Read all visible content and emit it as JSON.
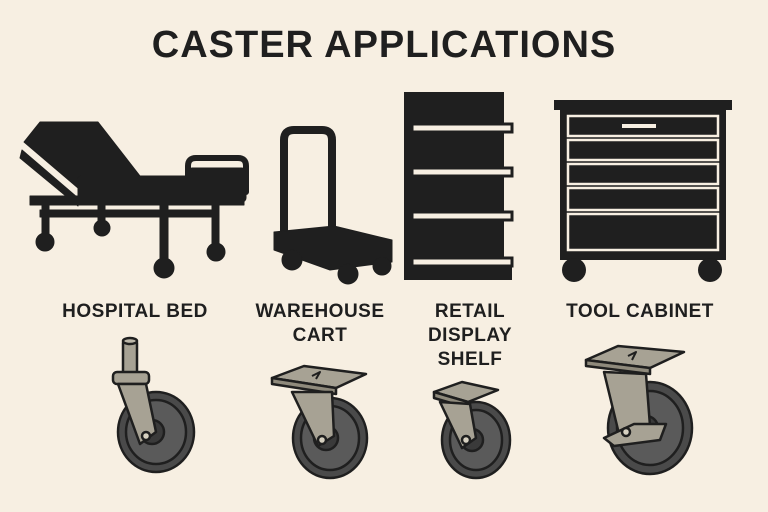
{
  "title": "CASTER APPLICATIONS",
  "applications": [
    {
      "label_lines": [
        "HOSPITAL BED"
      ],
      "item_icon": "hospital-bed-icon",
      "caster_icon": "swivel-stem-caster-icon"
    },
    {
      "label_lines": [
        "WAREHOUSE",
        "CART"
      ],
      "item_icon": "warehouse-cart-icon",
      "caster_icon": "plate-swivel-caster-icon"
    },
    {
      "label_lines": [
        "RETAIL",
        "DISPLAY",
        "SHELF"
      ],
      "item_icon": "retail-display-shelf-icon",
      "caster_icon": "plate-rigid-caster-icon"
    },
    {
      "label_lines": [
        "TOOL CABINET"
      ],
      "item_icon": "tool-cabinet-icon",
      "caster_icon": "locking-plate-caster-icon"
    }
  ],
  "colors": {
    "background": "#f7efe2",
    "ink": "#1f1f1f",
    "caster_metal": "#a7a294",
    "wheel": "#4a4a4a"
  }
}
